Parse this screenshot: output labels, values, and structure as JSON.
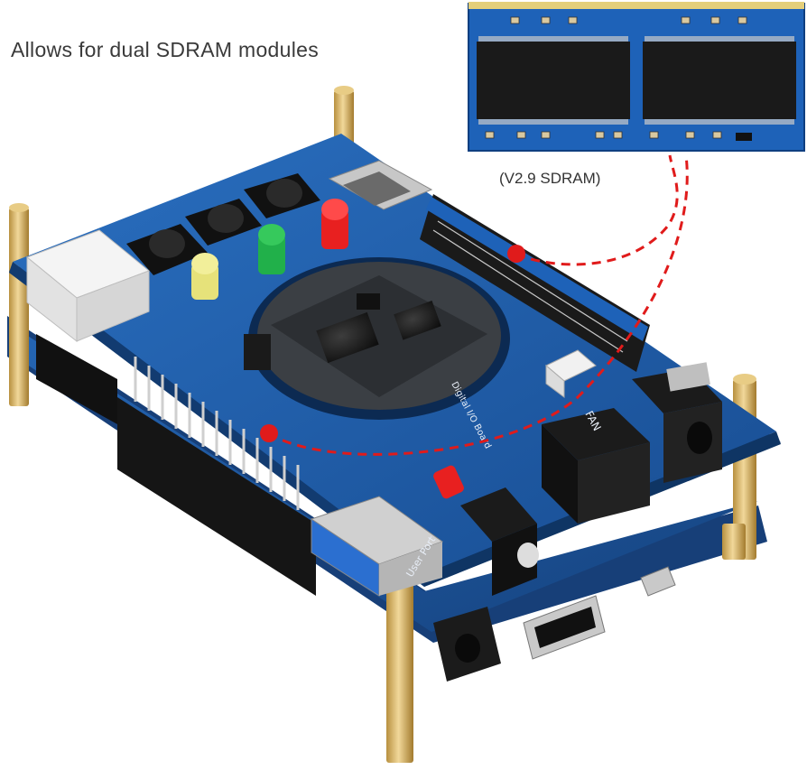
{
  "headline": "Allows for dual SDRAM modules",
  "module_caption": "(V2.9 SDRAM)",
  "silkscreen": {
    "user_port": "User Port",
    "fan": "FAN",
    "board_name": "Digital I/O Board"
  },
  "colors": {
    "pcb_blue": "#1f5fae",
    "sdram_blue": "#1e62b8",
    "callout_red": "#e01b1b",
    "standoff_gold": "#d9b56a",
    "led_red": "#e82020",
    "led_green": "#21b04a",
    "led_yellow": "#e6e27a"
  }
}
